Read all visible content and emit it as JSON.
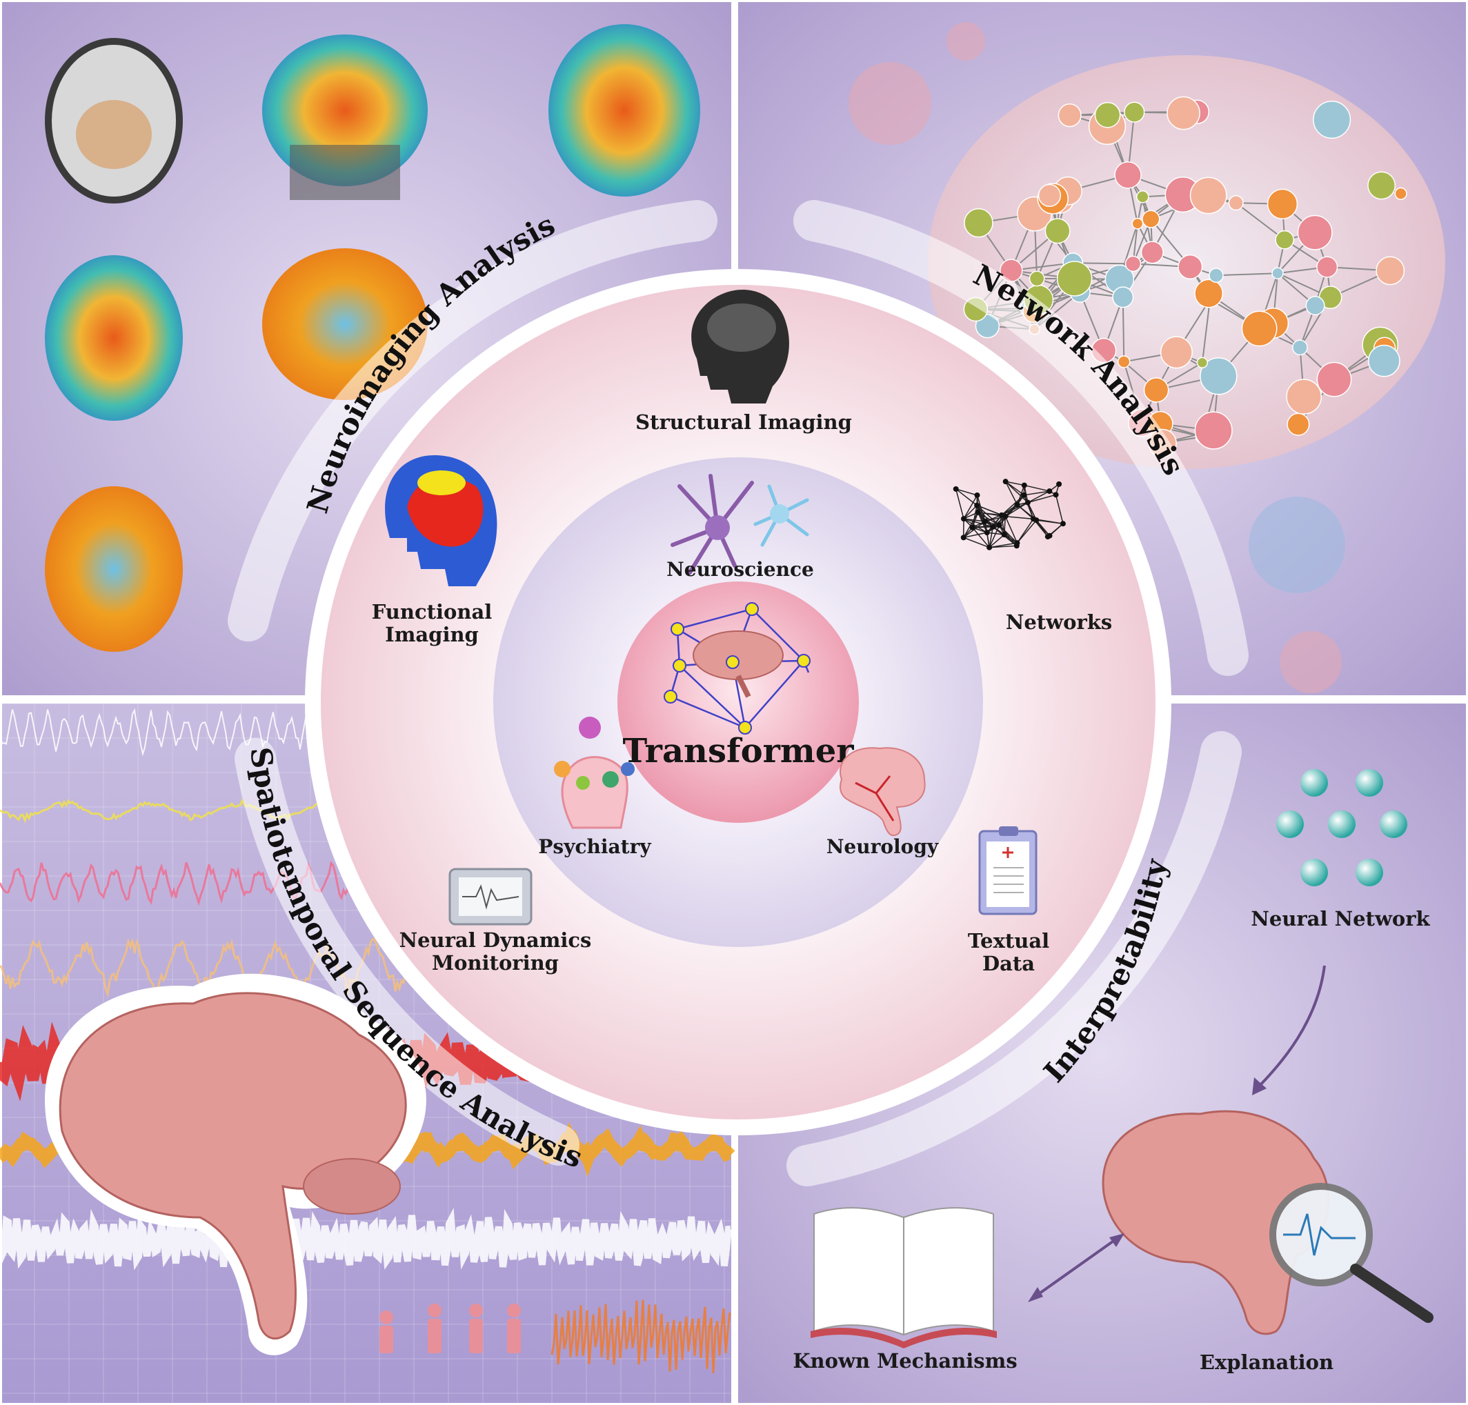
{
  "center": {
    "label": "Transformer"
  },
  "arcs": {
    "neuroimaging": "Neuroimaging Analysis",
    "network": "Network Analysis",
    "spatiotemporal": "Spatiotemporal Sequence Analysis",
    "interpretability": "Interpretability"
  },
  "middle_ring": {
    "structural": "Structural Imaging",
    "functional_1": "Functional",
    "functional_2": "Imaging",
    "networks": "Networks",
    "neural_dynamics_1": "Neural Dynamics",
    "neural_dynamics_2": "Monitoring",
    "textual_1": "Textual",
    "textual_2": "Data"
  },
  "inner_ring": {
    "neuroscience": "Neuroscience",
    "psychiatry": "Psychiatry",
    "neurology": "Neurology"
  },
  "interpretability_panel": {
    "neural_network": "Neural Network",
    "explanation": "Explanation",
    "known_mechanisms": "Known Mechanisms"
  },
  "colors": {
    "panel_purple": "#b9acd6",
    "panel_light": "#ddd4ec",
    "ring_pink": "#f3d4dc",
    "core_pink": "#eea3b4",
    "brain_pink": "#e09a9a",
    "node_yellow": "#f3e21c",
    "edge_blue": "#4040c8"
  }
}
